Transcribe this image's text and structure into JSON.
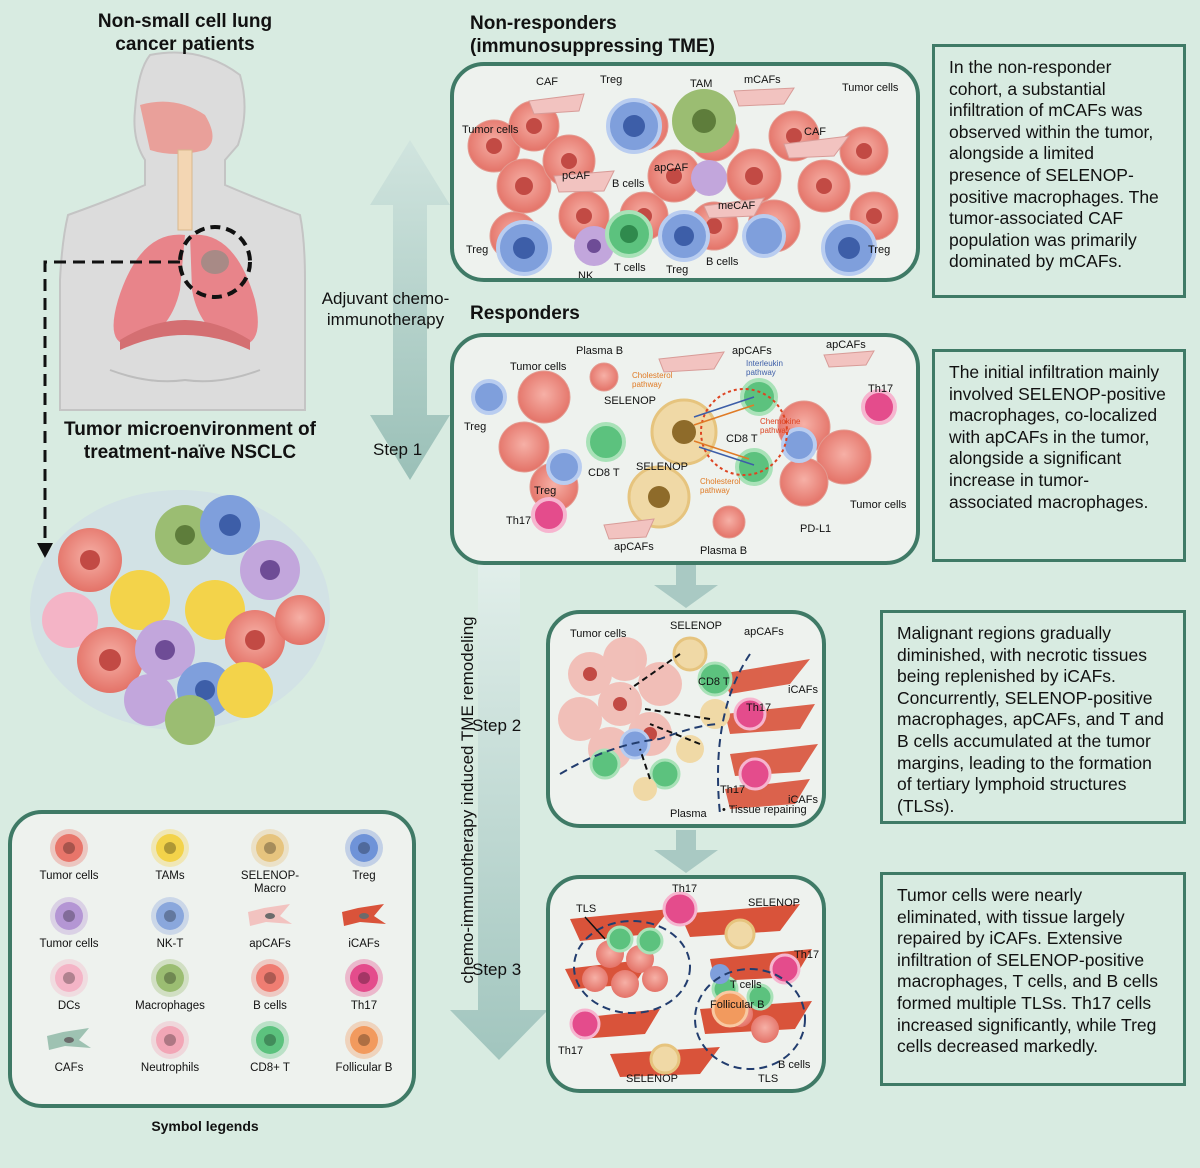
{
  "titles": {
    "patients": "Non-small cell lung cancer patients",
    "tme_naive": "Tumor microenvironment of treatment-naïve NSCLC",
    "non_responders": "Non-responders (immunosuppressing TME)",
    "responders": "Responders",
    "adjuvant": "Adjuvant chemo-immunotherapy",
    "remodeling": "chemo-immunotherapy induced TME remodeling",
    "legend_title": "Symbol legends"
  },
  "steps": {
    "step1": "Step 1",
    "step2": "Step 2",
    "step3": "Step 3"
  },
  "descriptions": {
    "non_responders": "In the non-responder cohort, a substantial infiltration of mCAFs was observed within the tumor, alongside a limited presence of SELENOP-positive macrophages. The tumor-associated CAF population was primarily dominated by mCAFs.",
    "step1": "The initial infiltration mainly involved SELENOP-positive macrophages, co-localized with apCAFs in the tumor, alongside a significant increase in tumor-associated macrophages.",
    "step2": "Malignant regions gradually diminished, with necrotic tissues being replenished by iCAFs. Concurrently, SELENOP-positive macrophages, apCAFs, and T and B cells accumulated at the tumor margins, leading to the formation of tertiary lymphoid structures (TLSs).",
    "step3": "Tumor cells were nearly eliminated, with tissue largely repaired by iCAFs. Extensive infiltration of SELENOP-positive macrophages, T cells, and B cells formed multiple TLSs. Th17 cells increased significantly, while Treg cells decreased markedly."
  },
  "non_responder_labels": {
    "caf": "CAF",
    "treg1": "Treg",
    "tam": "TAM",
    "mcafs": "mCAFs",
    "tumor_tr": "Tumor cells",
    "tumor_l": "Tumor cells",
    "caf2": "CAF",
    "pcaf": "pCAF",
    "apcaf": "apCAF",
    "bcells": "B cells",
    "mecaf": "meCAF",
    "treg_l": "Treg",
    "nk": "NK",
    "tcells": "T cells",
    "treg_b": "Treg",
    "bcells_b": "B cells",
    "treg_r": "Treg"
  },
  "responder_labels": {
    "plasma_b": "Plasma B",
    "tumor_tl": "Tumor cells",
    "apcafs_t": "apCAFs",
    "apcafs_tr": "apCAFs",
    "cholesterol1": "Cholesterol pathway",
    "interleukin": "Interleukin pathway",
    "th17_r": "Th17",
    "treg_l": "Treg",
    "selenop1": "SELENOP",
    "chemokine": "Chemokine pathway",
    "cd8t_1": "CD8 T",
    "cd8t_2": "CD8 T",
    "selenop2": "SELENOP",
    "cholesterol2": "Cholesterol pathway",
    "treg_b": "Treg",
    "tumor_br": "Tumor cells",
    "th17_l": "Th17",
    "pdl1": "PD-L1",
    "apcafs_b": "apCAFs",
    "plasma_b2": "Plasma B"
  },
  "step2_labels": {
    "tumor": "Tumor cells",
    "selenop": "SELENOP",
    "apcafs": "apCAFs",
    "cd8t": "CD8 T",
    "icafs1": "iCAFs",
    "th17_1": "Th17",
    "th17_2": "Th17",
    "icafs2": "iCAFs",
    "plasma": "Plasma",
    "repair": "• Tissue repairing"
  },
  "step3_labels": {
    "th17_t": "Th17",
    "selenop_t": "SELENOP",
    "tls_t": "TLS",
    "th17_r": "Th17",
    "tcells": "T cells",
    "follicular": "Follicular B",
    "th17_l": "Th17",
    "bcells": "B cells",
    "selenop_b": "SELENOP",
    "tls_b": "TLS"
  },
  "legend": [
    {
      "label": "Tumor cells",
      "icon": "tumor-cell-red-icon",
      "color": "#e8756a"
    },
    {
      "label": "TAMs",
      "icon": "tam-icon",
      "color": "#f3d34a"
    },
    {
      "label": "SELENOP-Macro",
      "icon": "selenop-macro-icon",
      "color": "#e6c47e"
    },
    {
      "label": "Treg",
      "icon": "treg-icon",
      "color": "#6f93d8"
    },
    {
      "label": "Tumor cells",
      "icon": "tumor-cell-purple-icon",
      "color": "#b496d4"
    },
    {
      "label": "NK-T",
      "icon": "nkt-icon",
      "color": "#8aa7dc"
    },
    {
      "label": "apCAFs",
      "icon": "apcaf-icon",
      "color": "#f2c3c0"
    },
    {
      "label": "iCAFs",
      "icon": "icaf-icon",
      "color": "#d9533a"
    },
    {
      "label": "DCs",
      "icon": "dc-icon",
      "color": "#f4b4c6"
    },
    {
      "label": "Macrophages",
      "icon": "macrophage-icon",
      "color": "#9bbd72"
    },
    {
      "label": "B cells",
      "icon": "b-cell-icon",
      "color": "#ef7d72"
    },
    {
      "label": "Th17",
      "icon": "th17-icon",
      "color": "#e44c8c"
    },
    {
      "label": "CAFs",
      "icon": "caf-icon",
      "color": "#9ec2b2"
    },
    {
      "label": "Neutrophils",
      "icon": "neutrophil-icon",
      "color": "#f2a6b6"
    },
    {
      "label": "CD8+ T",
      "icon": "cd8t-icon",
      "color": "#5cc27e"
    },
    {
      "label": "Follicular B",
      "icon": "follicular-b-icon",
      "color": "#f29a5e"
    }
  ],
  "colors": {
    "frame": "#3f7a66",
    "background": "#d8ebe1",
    "panel": "#eef2ee",
    "arrow": "#a9c9c3"
  }
}
